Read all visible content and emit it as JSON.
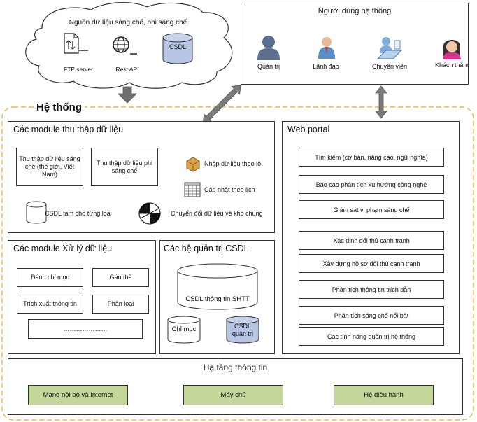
{
  "sources": {
    "title": "Nguồn dữ liệu sáng chế, phi sáng chế",
    "ftp_label": "FTP server",
    "rest_label": "Rest API",
    "db_label": "CSDL"
  },
  "users": {
    "title": "Người dùng hệ thống",
    "items": [
      "Quản trị",
      "Lãnh đạo",
      "Chuyên viên",
      "Khách thăm"
    ]
  },
  "system": {
    "title": "Hệ thống"
  },
  "collect": {
    "title": "Các module thu thập dữ liệu",
    "patent_box": "Thu thập dữ liệu sáng chế (thế giới, Việt Nam)",
    "nonpatent_box": "Thu thập dữ liệu phi sáng chế",
    "batch_import": "Nhập dữ liệu theo lô",
    "schedule_update": "Cập nhật theo lịch",
    "temp_db": "CSDL tạm cho từng loại",
    "convert": "Chuyển đổi dữ liệu về kho chung"
  },
  "process": {
    "title": "Các module Xử lý dữ liệu",
    "items": [
      "Đánh chỉ mục",
      "Gán thẻ",
      "Trích xuất thông tin",
      "Phân loại"
    ],
    "more": "…………………"
  },
  "dbms": {
    "title": "Các hệ quản trị CSDL",
    "main_db": "CSDL thông tin SHTT",
    "index_db": "Chỉ mục",
    "admin_db": "CSDL quản trị"
  },
  "portal": {
    "title": "Web portal",
    "items": [
      "Tìm kiếm (cơ bản, nâng cao, ngữ nghĩa)",
      "Báo cáo phân tích xu hướng công nghệ",
      "Giám sát vi phạm sáng chế",
      "Xác định đối thủ cạnh tranh",
      "Xây dựng hồ sơ đối thủ cạnh tranh",
      "Phân tích thông tin trích dẫn",
      "Phân tích sáng chế nổi bật",
      "Các tính năng quản trị hệ thống"
    ]
  },
  "infra": {
    "title": "Hạ tầng thông tin",
    "items": [
      "Mạng nội bộ và Internet",
      "Máy chủ",
      "Hệ điều hành"
    ]
  },
  "colors": {
    "infra_green": "#c4d79b",
    "dashed_border": "#e8b84a",
    "db_blue": "#b8c4e4",
    "arrow_gray": "#6f6f6f"
  }
}
